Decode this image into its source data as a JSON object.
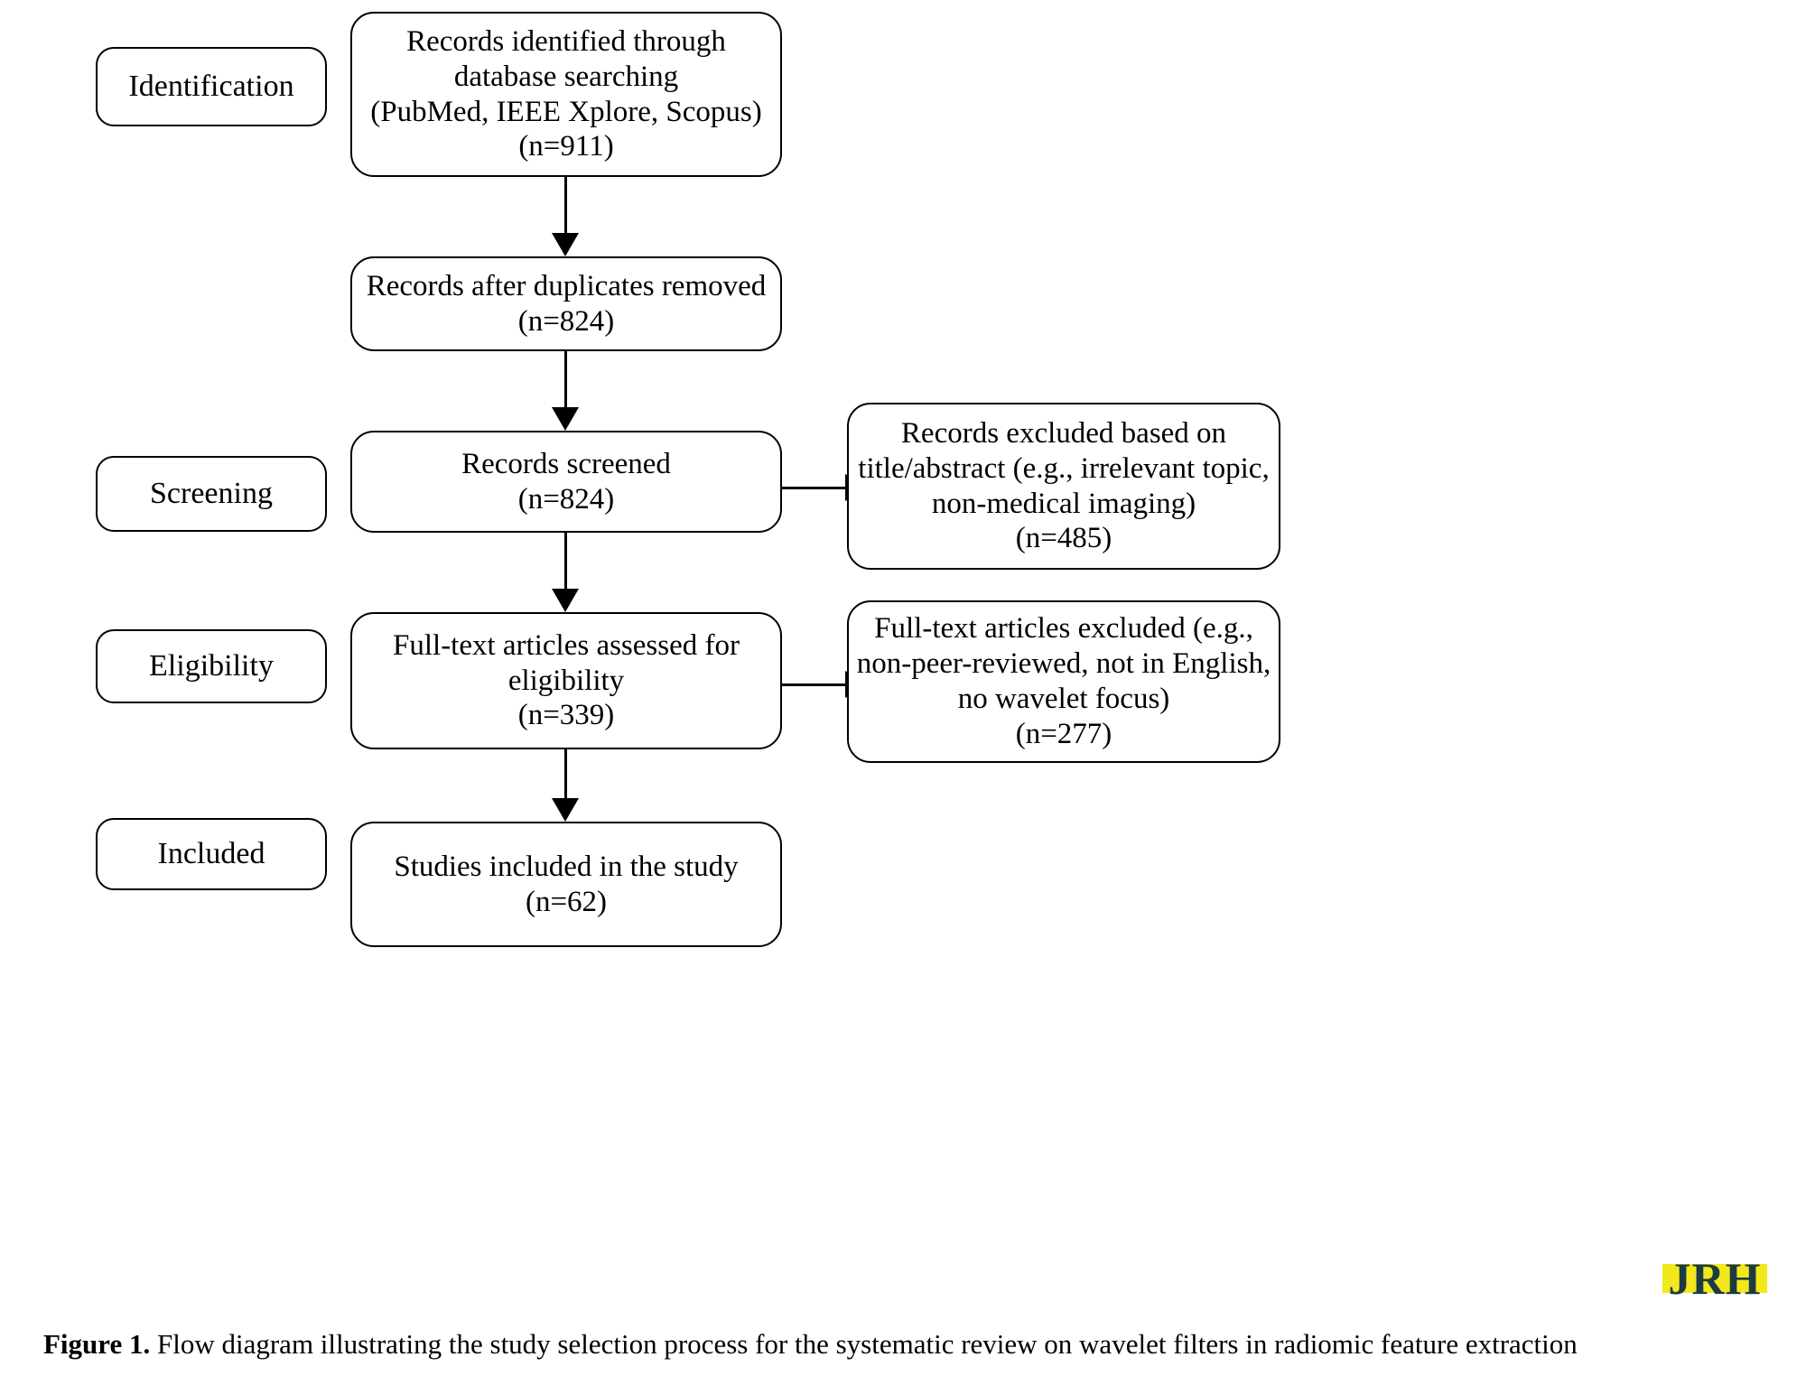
{
  "figure": {
    "caption_prefix": "Figure 1.",
    "caption_text": " Flow diagram illustrating the study selection process for the systematic review on wavelet filters in radiomic feature extraction"
  },
  "colors": {
    "stroke": "#000000",
    "background": "#ffffff",
    "logo_band": "#f2e81c",
    "logo_text": "#1d3b42"
  },
  "logo": {
    "text": "JRH"
  },
  "stages": [
    {
      "id": "identification",
      "label": "Identification"
    },
    {
      "id": "screening",
      "label": "Screening"
    },
    {
      "id": "eligibility",
      "label": "Eligibility"
    },
    {
      "id": "included",
      "label": "Included"
    }
  ],
  "flow_boxes": [
    {
      "id": "records-identified",
      "text": "Records identified through\ndatabase searching\n(PubMed, IEEE Xplore, Scopus)\n(n=911)",
      "n": 911
    },
    {
      "id": "records-after-duplicates",
      "text": "Records after duplicates removed\n(n=824)",
      "n": 824
    },
    {
      "id": "records-screened",
      "text": "Records screened\n(n=824)",
      "n": 824
    },
    {
      "id": "full-text-assessed",
      "text": "Full-text articles assessed for\neligibility\n(n=339)",
      "n": 339
    },
    {
      "id": "studies-included",
      "text": "Studies included in the study\n(n=62)",
      "n": 62
    }
  ],
  "exclusion_boxes": [
    {
      "id": "records-excluded",
      "text": "Records excluded based on\ntitle/abstract (e.g., irrelevant topic,\nnon-medical imaging)\n(n=485)",
      "n": 485
    },
    {
      "id": "full-text-excluded",
      "text": "Full-text articles excluded (e.g.,\nnon-peer-reviewed, not in English,\nno wavelet focus)\n(n=277)",
      "n": 277
    }
  ],
  "chart_data": {
    "type": "diagram",
    "title": "PRISMA study selection flow diagram",
    "nodes": [
      {
        "stage": "Identification",
        "label": "Records identified through database searching (PubMed, IEEE Xplore, Scopus)",
        "n": 911
      },
      {
        "stage": "Identification",
        "label": "Records after duplicates removed",
        "n": 824
      },
      {
        "stage": "Screening",
        "label": "Records screened",
        "n": 824
      },
      {
        "stage": "Screening",
        "label": "Records excluded based on title/abstract (e.g., irrelevant topic, non-medical imaging)",
        "n": 485
      },
      {
        "stage": "Eligibility",
        "label": "Full-text articles assessed for eligibility",
        "n": 339
      },
      {
        "stage": "Eligibility",
        "label": "Full-text articles excluded (e.g., non-peer-reviewed, not in English, no wavelet focus)",
        "n": 277
      },
      {
        "stage": "Included",
        "label": "Studies included in the study",
        "n": 62
      }
    ]
  }
}
